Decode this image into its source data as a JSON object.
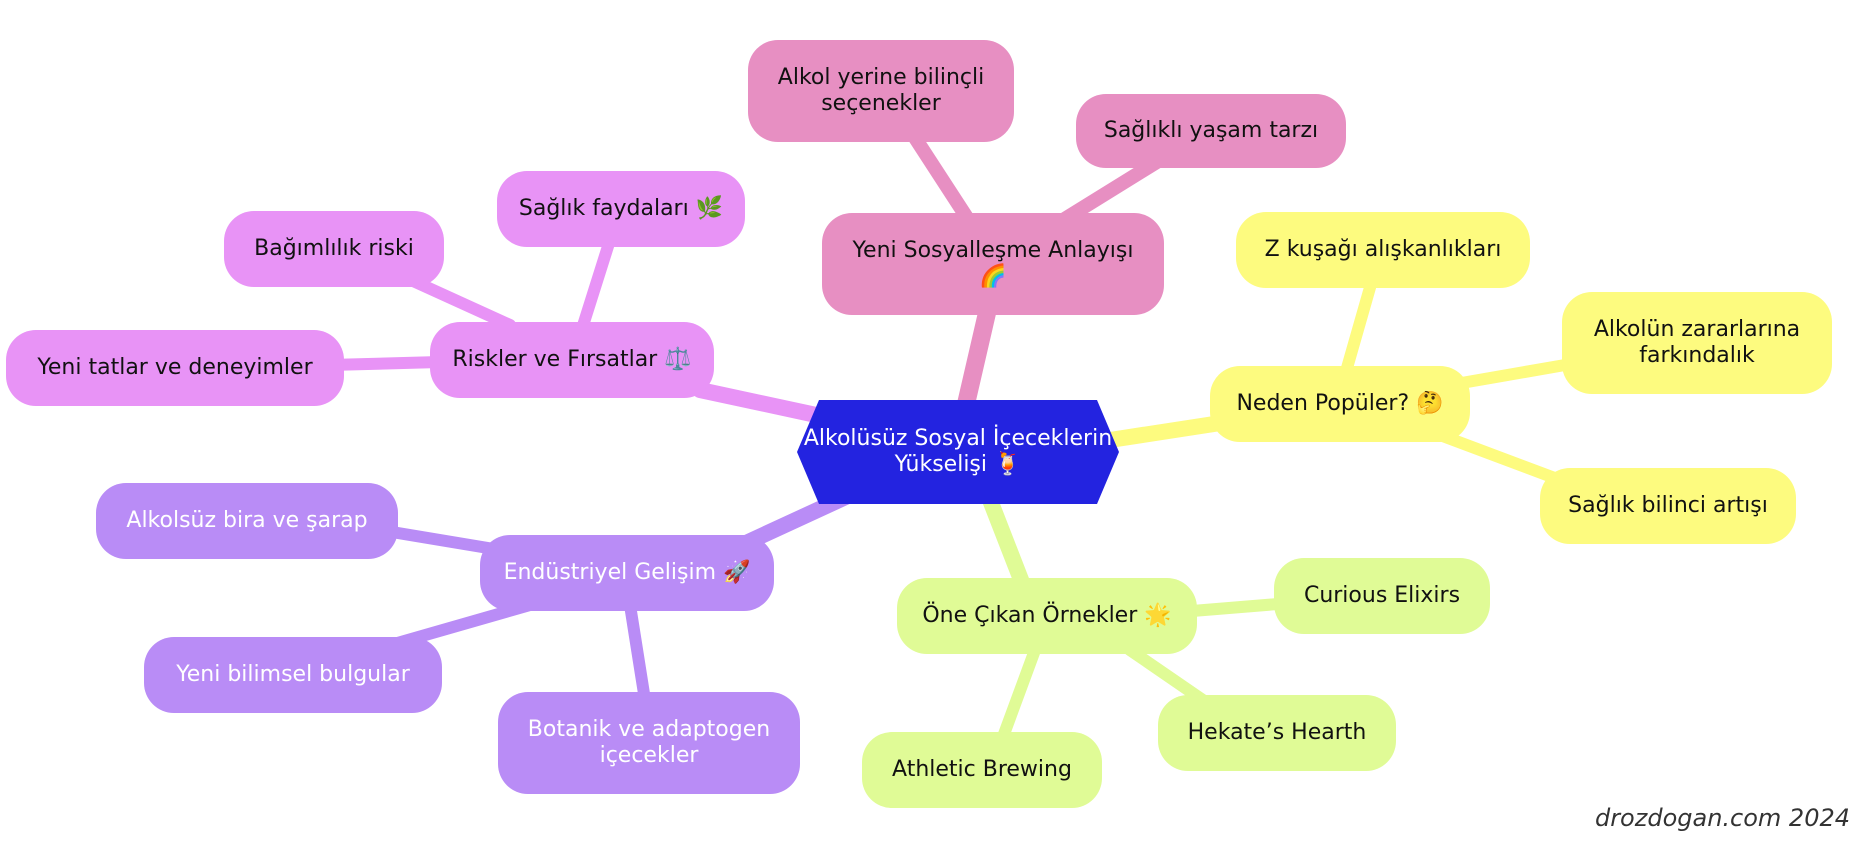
{
  "root": {
    "label": "Alkolüsüz Sosyal İçeceklerin Yükselişi 🍹"
  },
  "colors": {
    "root": "#2323e0",
    "pink": "#e78fc2",
    "violet": "#e893f6",
    "purple": "#b98cf6",
    "yellow": "#fdfb7f",
    "lime": "#e0fb96"
  },
  "branches": {
    "social": {
      "label": "Yeni Sosyalleşme Anlayışı 🌈",
      "children": [
        "Alkol yerine bilinçli seçenekler",
        "Sağlıklı yaşam tarzı"
      ]
    },
    "risks": {
      "label": "Riskler ve Fırsatlar ⚖️",
      "children": [
        "Sağlık faydaları 🌿",
        "Bağımlılık riski",
        "Yeni tatlar ve deneyimler"
      ]
    },
    "popular": {
      "label": "Neden Popüler? 🤔",
      "children": [
        "Z kuşağı alışkanlıkları",
        "Alkolün zararlarına farkındalık",
        "Sağlık bilinci artışı"
      ]
    },
    "industry": {
      "label": "Endüstriyel Gelişim 🚀",
      "children": [
        "Alkolsüz bira ve şarap",
        "Yeni bilimsel bulgular",
        "Botanik ve adaptogen içecekler"
      ]
    },
    "examples": {
      "label": "Öne Çıkan Örnekler 🌟",
      "children": [
        "Curious Elixirs",
        "Hekate’s Hearth",
        "Athletic Brewing"
      ]
    }
  },
  "watermark": "drozdogan.com 2024"
}
